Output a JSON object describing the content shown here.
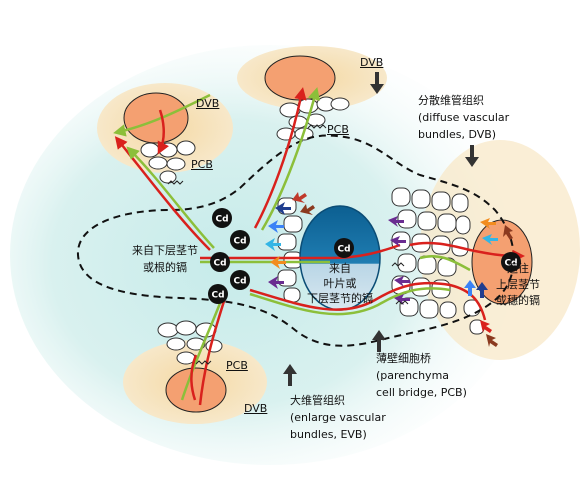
{
  "labels": {
    "dvb_top": "DVB",
    "dvb_upper_left": "DVB",
    "pcb_upper": "PCB",
    "pcb_upper_left": "PCB",
    "pcb_lower_left": "PCB",
    "dvb_bottom": "DVB",
    "dvb_desc_cn": "分散维管组织",
    "dvb_desc_en_1": "(diffuse vascular",
    "dvb_desc_en_2": "bundles, DVB)",
    "from_lower_1": "来自下层茎节",
    "from_lower_2": "或根的镉",
    "from_leaf_1": "来自",
    "from_leaf_2": "叶片或",
    "from_leaf_3": "下层茎节的镉",
    "to_upper_1": "运往",
    "to_upper_2": "上层茎节",
    "to_upper_3": "或穗的镉",
    "pcb_desc_cn": "薄壁细胞桥",
    "pcb_desc_en_1": "(parenchyma",
    "pcb_desc_en_2": "cell bridge, PCB)",
    "evb_desc_cn": "大维管组织",
    "evb_desc_en_1": "(enlarge vascular",
    "evb_desc_en_2": "bundles, EVB)"
  },
  "cd_label": "Cd",
  "colors": {
    "glow_inner": "#bfe6e6",
    "glow_outer": "#ffffff",
    "dvb_halo": "#f6e2b6",
    "dvb_core": "#f4a071",
    "evb_blue": "#0d6aa0",
    "red_path": "#d9211d",
    "green_path": "#8cbf3a",
    "cd_circle": "#111111"
  },
  "icons": [
    "transporter-arrow-icon",
    "cd-ion-icon",
    "pointer-arrow-icon"
  ]
}
